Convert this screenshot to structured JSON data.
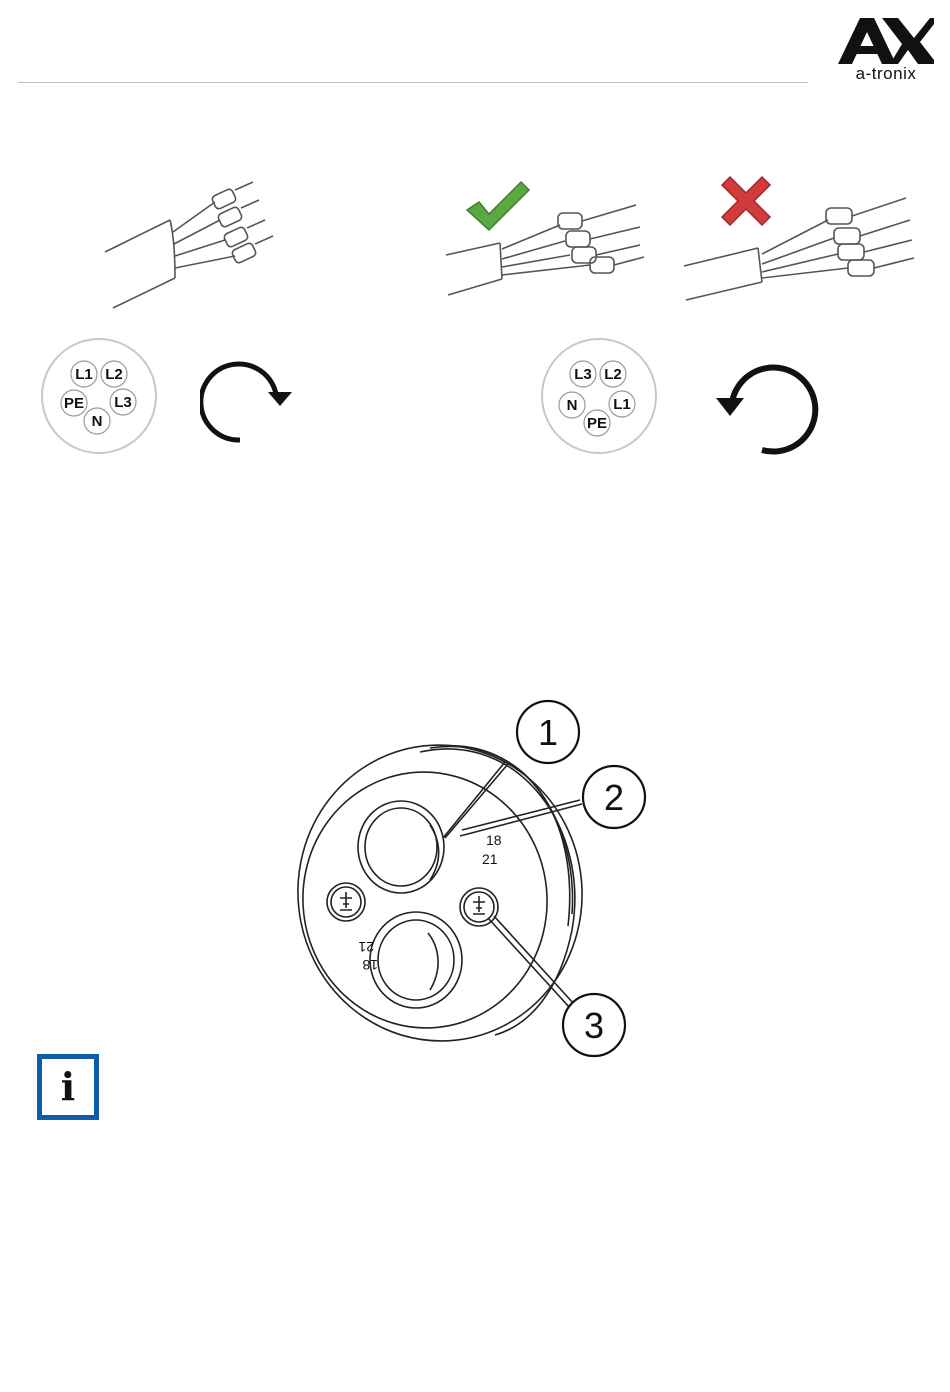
{
  "header": {
    "brand_text": "a-tronix"
  },
  "cables": {
    "correct_mark": "check-mark",
    "incorrect_mark": "cross-mark",
    "colors": {
      "check": "#5aa843",
      "cross": "#d23b3b"
    }
  },
  "pinout_left": {
    "pins": [
      "L1",
      "L2",
      "PE",
      "L3",
      "N"
    ],
    "rotation": "clockwise"
  },
  "pinout_right": {
    "pins": [
      "L3",
      "L2",
      "N",
      "L1",
      "PE"
    ],
    "rotation": "counter-clockwise"
  },
  "grommet": {
    "callouts": [
      "1",
      "2",
      "3"
    ],
    "dia_labels": [
      "18",
      "21"
    ]
  },
  "info": {
    "icon": "info-icon",
    "glyph": "i",
    "color": "#0f5fa8"
  }
}
